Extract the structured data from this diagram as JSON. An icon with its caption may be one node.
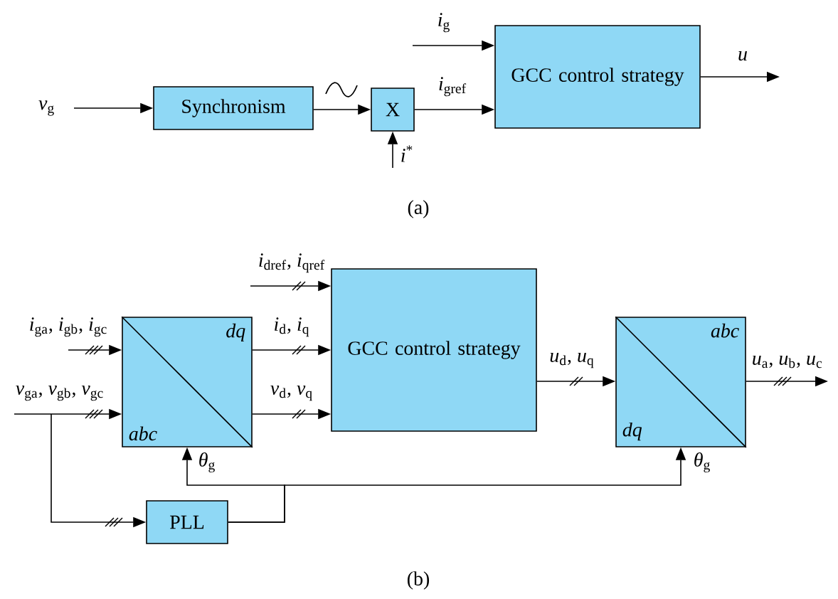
{
  "diagram": {
    "nodes": [
      {
        "text": [
          "Synchronism"
        ]
      },
      {
        "text": [
          "X"
        ]
      },
      {
        "text": [
          "GCC control strategy"
        ]
      },
      {
        "text": [
          "dq",
          "abc"
        ]
      },
      {
        "text": [
          "GCC control strategy"
        ]
      },
      {
        "text": [
          "abc",
          "dq"
        ]
      },
      {
        "text": [
          "PLL"
        ]
      }
    ],
    "edges": [
      {
        "from": null,
        "to": 0,
        "arrow": "to",
        "label": "*v*$_{g}$"
      },
      {
        "from": 0,
        "to": 1,
        "arrow": "to"
      },
      {
        "from": null,
        "to": 1,
        "arrow": "to",
        "label": "*i*$^{*}$"
      },
      {
        "from": 1,
        "to": 2,
        "arrow": "to",
        "label": "*i*$_{gref}$"
      },
      {
        "from": null,
        "to": 2,
        "arrow": "to",
        "label": "*i*$_{g}$"
      },
      {
        "from": 2,
        "to": null,
        "arrow": "to",
        "label": "*u*"
      },
      {
        "from": null,
        "to": 3,
        "arrow": "to",
        "label": "*i*$_{ga}$, *i*$_{gb}$, *i*$_{gc}$"
      },
      {
        "from": null,
        "to": 3,
        "arrow": "to",
        "label": "*v*$_{ga}$, *v*$_{gb}$, *v*$_{gc}$"
      },
      {
        "from": null,
        "to": 6,
        "arrow": "to"
      },
      {
        "from": null,
        "to": 4,
        "arrow": "to",
        "label": "*i*$_{dref}$, *i*$_{qref}$"
      },
      {
        "from": 3,
        "to": 4,
        "arrow": "to",
        "label": "*i*$_{d}$, *i*$_{q}$"
      },
      {
        "from": 3,
        "to": 4,
        "arrow": "to",
        "label": "*v*$_{d}$, *v*$_{q}$"
      },
      {
        "from": 4,
        "to": 5,
        "arrow": "to",
        "label": "*u*$_{d}$, *u*$_{q}$"
      },
      {
        "from": 5,
        "to": null,
        "arrow": "to",
        "label": "*u*$_{a}$, *u*$_{b}$, *u*$_{c}$"
      },
      {
        "from": 6,
        "to": 3,
        "arrow": "to",
        "label": "*θ*$_{g}$"
      },
      {
        "from": 6,
        "to": 5,
        "arrow": "to",
        "label": "*θ*$_{g}$"
      }
    ],
    "labels": [
      "(a)",
      "(b)"
    ]
  }
}
